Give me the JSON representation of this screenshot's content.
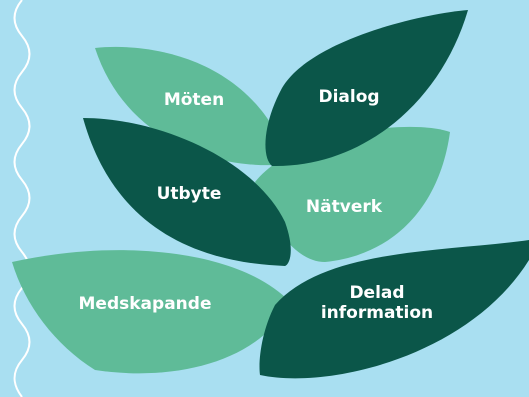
{
  "colors": {
    "background": "#a9dff1",
    "leaf_light": "#5fbb98",
    "leaf_dark": "#0b5649",
    "border_line": "#ffffff",
    "label_text": "#ffffff"
  },
  "leaves": [
    {
      "id": "moten",
      "label": "Möten",
      "shade": "light"
    },
    {
      "id": "dialog",
      "label": "Dialog",
      "shade": "dark"
    },
    {
      "id": "utbyte",
      "label": "Utbyte",
      "shade": "dark"
    },
    {
      "id": "natverk",
      "label": "Nätverk",
      "shade": "light"
    },
    {
      "id": "medskapande",
      "label": "Medskapande",
      "shade": "light"
    },
    {
      "id": "delad",
      "label_line1": "Delad",
      "label_line2": "information",
      "shade": "dark"
    }
  ]
}
